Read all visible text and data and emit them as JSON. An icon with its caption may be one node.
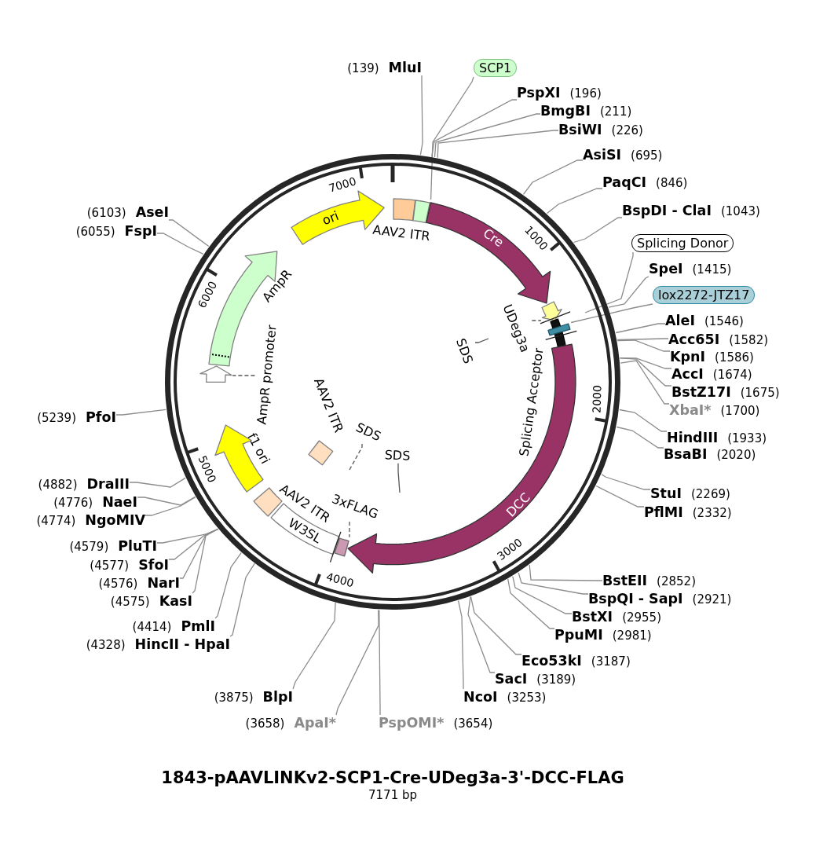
{
  "diagram": {
    "title": "1843-pAAVLINKv2-SCP1-Cre-UDeg3a-3'-DCC-FLAG",
    "nodes": [
      {
        "text": [
          "(139)",
          "MluI"
        ]
      },
      {
        "text": [
          "SCP1"
        ]
      },
      {
        "text": [
          "PspXI",
          "(196)"
        ]
      },
      {
        "text": [
          "BmgBI",
          "(211)"
        ]
      },
      {
        "text": [
          "BsiWI",
          "(226)"
        ]
      },
      {
        "text": [
          "AsiSI",
          "(695)"
        ]
      },
      {
        "text": [
          "PaqCI",
          "(846)"
        ]
      },
      {
        "text": [
          "BspDI - ClaI",
          "(1043)"
        ]
      },
      {
        "text": [
          "Splicing Donor"
        ]
      },
      {
        "text": [
          "SpeI",
          "(1415)"
        ]
      },
      {
        "text": [
          "lox2272-JTZ17"
        ]
      },
      {
        "text": [
          "AleI",
          "(1546)"
        ]
      },
      {
        "text": [
          "Acc65I",
          "(1582)"
        ]
      },
      {
        "text": [
          "KpnI",
          "(1586)"
        ]
      },
      {
        "text": [
          "AccI",
          "(1674)"
        ]
      },
      {
        "text": [
          "BstZ17I",
          "(1675)"
        ]
      },
      {
        "text": [
          "XbaI*",
          "(1700)"
        ]
      },
      {
        "text": [
          "HindIII",
          "(1933)"
        ]
      },
      {
        "text": [
          "BsaBI",
          "(2020)"
        ]
      },
      {
        "text": [
          "StuI",
          "(2269)"
        ]
      },
      {
        "text": [
          "PflMI",
          "(2332)"
        ]
      },
      {
        "text": [
          "BstEII",
          "(2852)"
        ]
      },
      {
        "text": [
          "BspQI - SapI",
          "(2921)"
        ]
      },
      {
        "text": [
          "BstXI",
          "(2955)"
        ]
      },
      {
        "text": [
          "PpuMI",
          "(2981)"
        ]
      },
      {
        "text": [
          "Eco53kI",
          "(3187)"
        ]
      },
      {
        "text": [
          "SacI",
          "(3189)"
        ]
      },
      {
        "text": [
          "NcoI",
          "(3253)"
        ]
      },
      {
        "text": [
          "PspOMI*",
          "(3654)"
        ]
      },
      {
        "text": [
          "(3658)",
          "ApaI*"
        ]
      },
      {
        "text": [
          "(3875)",
          "BlpI"
        ]
      },
      {
        "text": [
          "(4328)",
          "HincII - HpaI"
        ]
      },
      {
        "text": [
          "(4414)",
          "PmlI"
        ]
      },
      {
        "text": [
          "(4575)",
          "KasI"
        ]
      },
      {
        "text": [
          "(4576)",
          "NarI"
        ]
      },
      {
        "text": [
          "(4577)",
          "SfoI"
        ]
      },
      {
        "text": [
          "(4579)",
          "PluTI"
        ]
      },
      {
        "text": [
          "(4774)",
          "NgoMIV"
        ]
      },
      {
        "text": [
          "(4776)",
          "NaeI"
        ]
      },
      {
        "text": [
          "(4882)",
          "DraIII"
        ]
      },
      {
        "text": [
          "(5239)",
          "PfoI"
        ]
      },
      {
        "text": [
          "(6055)",
          "FspI"
        ]
      },
      {
        "text": [
          "(6103)",
          "AseI"
        ]
      },
      {
        "text": [],
        "shape": "box",
        "beside": [
          "AAV2 ITR"
        ]
      },
      {
        "text": [],
        "shape": "box"
      },
      {
        "text": [
          "Cre"
        ]
      },
      {
        "text": [],
        "shape": "arrow"
      },
      {
        "text": [],
        "shape": "bar"
      },
      {
        "text": [],
        "shape": "box"
      },
      {
        "text": [
          "DCC"
        ]
      },
      {
        "text": [],
        "shape": "box"
      },
      {
        "text": [
          "W3SL"
        ]
      },
      {
        "text": [],
        "shape": "box",
        "beside": [
          "AAV2 ITR"
        ]
      },
      {
        "text": [],
        "shape": "arrow",
        "beside": [
          "f1 ori"
        ]
      },
      {
        "text": [],
        "shape": "arrow"
      },
      {
        "text": [],
        "shape": "arrow",
        "beside": [
          "AmpR"
        ]
      },
      {
        "text": [
          "ori"
        ]
      },
      {
        "text": [],
        "shape": "diamond",
        "beside": [
          "AAV2 ITR"
        ]
      },
      {
        "text": [
          "UDeg3a"
        ]
      },
      {
        "text": [
          "SDS"
        ]
      },
      {
        "text": [
          "SDS"
        ]
      },
      {
        "text": [
          "SDS"
        ]
      },
      {
        "text": [
          "3xFLAG"
        ]
      },
      {
        "text": [
          "AmpR promoter"
        ]
      }
    ],
    "edges": [
      {
        "from": 0,
        "to": null,
        "arrow": "none"
      },
      {
        "from": 1,
        "to": 44,
        "arrow": "none"
      },
      {
        "from": 2,
        "to": null,
        "arrow": "none"
      },
      {
        "from": 3,
        "to": null,
        "arrow": "none"
      },
      {
        "from": 4,
        "to": null,
        "arrow": "none"
      },
      {
        "from": 5,
        "to": null,
        "arrow": "none"
      },
      {
        "from": 6,
        "to": null,
        "arrow": "none"
      },
      {
        "from": 7,
        "to": null,
        "arrow": "none"
      },
      {
        "from": 8,
        "to": null,
        "arrow": "none"
      },
      {
        "from": 9,
        "to": null,
        "arrow": "none"
      },
      {
        "from": 10,
        "to": 48,
        "arrow": "none"
      },
      {
        "from": 11,
        "to": null,
        "arrow": "none"
      },
      {
        "from": 12,
        "to": null,
        "arrow": "none"
      },
      {
        "from": 13,
        "to": null,
        "arrow": "none"
      },
      {
        "from": 14,
        "to": null,
        "arrow": "none"
      },
      {
        "from": 15,
        "to": null,
        "arrow": "none"
      },
      {
        "from": 16,
        "to": null,
        "arrow": "none"
      },
      {
        "from": 17,
        "to": null,
        "arrow": "none"
      },
      {
        "from": 18,
        "to": null,
        "arrow": "none"
      },
      {
        "from": 19,
        "to": null,
        "arrow": "none"
      },
      {
        "from": 20,
        "to": null,
        "arrow": "none"
      },
      {
        "from": 21,
        "to": null,
        "arrow": "none"
      },
      {
        "from": 22,
        "to": null,
        "arrow": "none"
      },
      {
        "from": 23,
        "to": null,
        "arrow": "none"
      },
      {
        "from": 24,
        "to": null,
        "arrow": "none"
      },
      {
        "from": 25,
        "to": null,
        "arrow": "none"
      },
      {
        "from": 26,
        "to": null,
        "arrow": "none"
      },
      {
        "from": 27,
        "to": null,
        "arrow": "none"
      },
      {
        "from": 28,
        "to": null,
        "arrow": "none"
      },
      {
        "from": 29,
        "to": null,
        "arrow": "none"
      },
      {
        "from": 30,
        "to": null,
        "arrow": "none"
      },
      {
        "from": 31,
        "to": null,
        "arrow": "none"
      },
      {
        "from": 32,
        "to": null,
        "arrow": "none"
      },
      {
        "from": 33,
        "to": null,
        "arrow": "none"
      },
      {
        "from": 34,
        "to": null,
        "arrow": "none"
      },
      {
        "from": 35,
        "to": null,
        "arrow": "none"
      },
      {
        "from": 36,
        "to": null,
        "arrow": "none"
      },
      {
        "from": 37,
        "to": null,
        "arrow": "none"
      },
      {
        "from": 38,
        "to": null,
        "arrow": "none"
      },
      {
        "from": 39,
        "to": null,
        "arrow": "none"
      },
      {
        "from": 40,
        "to": null,
        "arrow": "none"
      },
      {
        "from": 41,
        "to": null,
        "arrow": "none"
      },
      {
        "from": 42,
        "to": null,
        "arrow": "none"
      },
      {
        "from": 58,
        "to": 46,
        "arrow": "none",
        "style": "dashed",
        "color": "#555555"
      },
      {
        "from": 59,
        "to": null,
        "arrow": "none",
        "color": "#555555"
      },
      {
        "from": 60,
        "to": null,
        "arrow": "none",
        "style": "dashed",
        "color": "#555555"
      },
      {
        "from": 61,
        "to": null,
        "arrow": "none",
        "color": "#555555"
      },
      {
        "from": 62,
        "to": 50,
        "arrow": "none",
        "style": "dashed",
        "color": "#555555"
      },
      {
        "from": 63,
        "to": 54,
        "arrow": "none",
        "style": "dashed",
        "color": "#555555"
      }
    ],
    "labels": [
      "1000",
      "2000",
      "3000",
      "4000",
      "5000",
      "6000",
      "7000",
      "Splicing Acceptor",
      "7171 bp"
    ]
  }
}
